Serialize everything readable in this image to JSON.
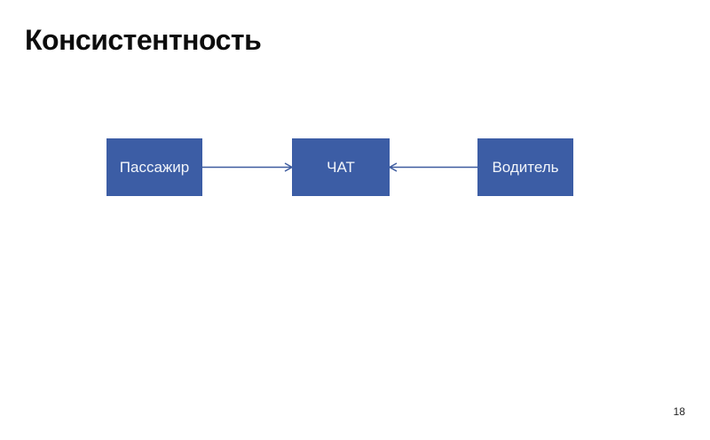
{
  "slide": {
    "title": "Консистентность",
    "page_number": "18"
  },
  "diagram": {
    "nodes": [
      {
        "id": "passenger",
        "label": "Пассажир"
      },
      {
        "id": "chat",
        "label": "ЧАТ"
      },
      {
        "id": "driver",
        "label": "Водитель"
      }
    ],
    "edges": [
      {
        "from": "passenger",
        "to": "chat",
        "arrowhead": "into-chat-right"
      },
      {
        "from": "driver",
        "to": "chat",
        "arrowhead": "into-chat-left"
      }
    ]
  },
  "colors": {
    "node-fill": "#3c5da5",
    "node-text": "#f2f5fa",
    "arrow": "#3e5c9f",
    "title-text": "#0d0d0d",
    "background": "#ffffff"
  }
}
